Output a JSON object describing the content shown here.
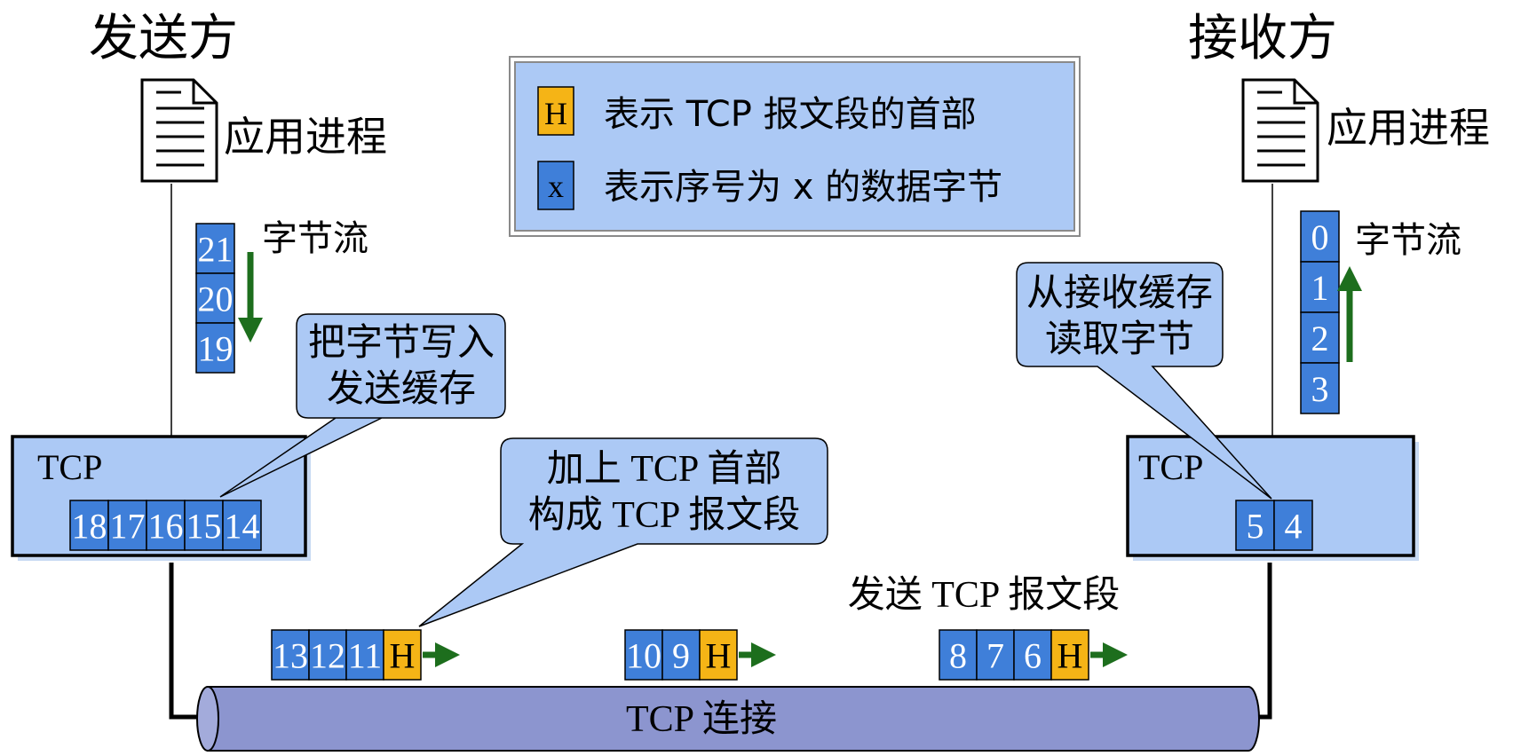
{
  "colors": {
    "background": "#ffffff",
    "byte_cell": "#3f7fd9",
    "byte_cell_text": "#ffffff",
    "header_cell": "#f5b416",
    "header_cell_text": "#000000",
    "panel_fill": "#acc9f5",
    "callout_fill": "#acc9f5",
    "legend_fill": "#acc9f5",
    "shadow": "#c7d9f3",
    "pipe_fill": "#8c95cf",
    "arrow_green": "#1d6e1d",
    "outline": "#000000"
  },
  "sender": {
    "title": "发送方",
    "app_label": "应用进程",
    "app_icon": "document-icon",
    "stream_label": "字节流",
    "stream_bytes": [
      "21",
      "20",
      "19"
    ],
    "stream_arrow": "arrow-down-icon",
    "tcp_label": "TCP",
    "buffer_bytes": [
      "18",
      "17",
      "16",
      "15",
      "14"
    ],
    "callout": [
      "把字节写入",
      "发送缓存"
    ]
  },
  "receiver": {
    "title": "接收方",
    "app_label": "应用进程",
    "app_icon": "document-icon",
    "stream_label": "字节流",
    "stream_bytes": [
      "0",
      "1",
      "2",
      "3"
    ],
    "stream_arrow": "arrow-up-icon",
    "tcp_label": "TCP",
    "buffer_bytes": [
      "5",
      "4"
    ],
    "callout": [
      "从接收缓存",
      "读取字节"
    ]
  },
  "legend": {
    "header_symbol": "H",
    "header_text": "表示 TCP 报文段的首部",
    "byte_symbol": "x",
    "byte_text": "表示序号为 x 的数据字节"
  },
  "segments": [
    {
      "bytes": [
        "13",
        "12",
        "11"
      ],
      "header": "H"
    },
    {
      "bytes": [
        "10",
        "9"
      ],
      "header": "H"
    },
    {
      "bytes": [
        "8",
        "7",
        "6"
      ],
      "header": "H"
    }
  ],
  "segment_callout": [
    "加上 TCP 首部",
    "构成 TCP 报文段"
  ],
  "send_label": "发送 TCP 报文段",
  "connection_label": "TCP 连接"
}
